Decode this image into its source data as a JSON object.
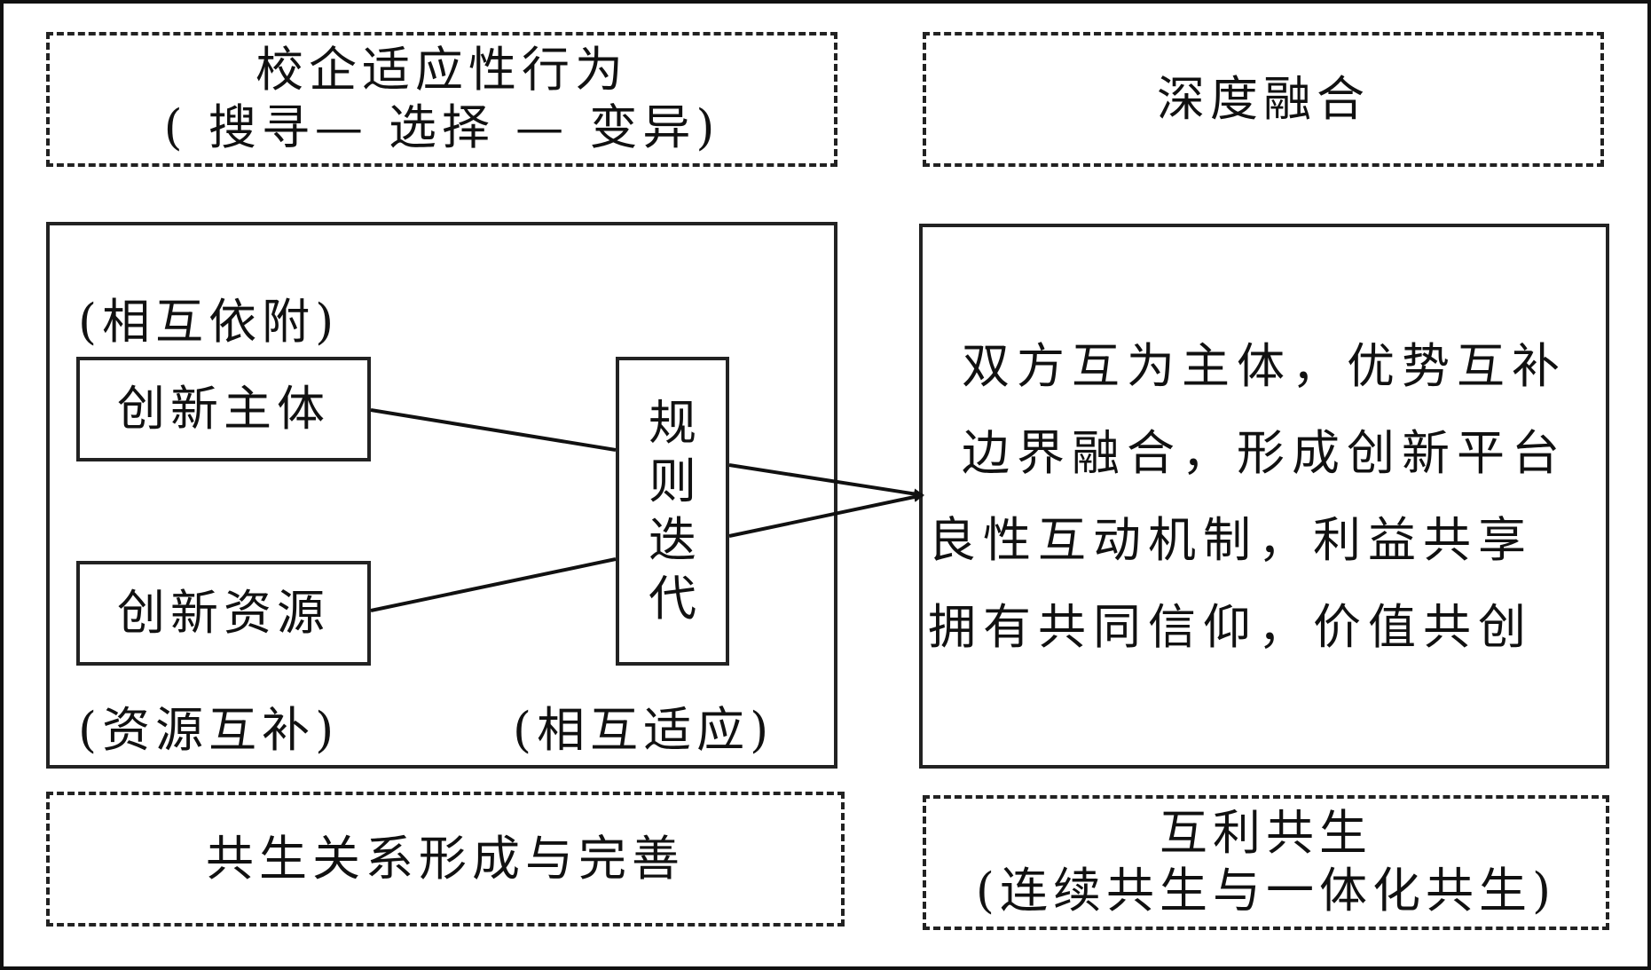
{
  "top_left": {
    "line1": "校企适应性行为",
    "line2": "( 搜寻— 选择 — 变异)"
  },
  "top_right": {
    "title": "深度融合"
  },
  "main_left": {
    "label_top": "(相互依附)",
    "node_subject": "创新主体",
    "node_resource": "创新资源",
    "node_rule": "规则迭代",
    "label_bottom_left": "(资源互补)",
    "label_bottom_right": "(相互适应)"
  },
  "main_right": {
    "lines": [
      "双方互为主体，优势互补",
      "边界融合，形成创新平台",
      "良性互动机制，利益共享",
      "拥有共同信仰，价值共创"
    ]
  },
  "bottom_left": {
    "title": "共生关系形成与完善"
  },
  "bottom_right": {
    "line1": "互利共生",
    "line2": "(连续共生与一体化共生)"
  }
}
